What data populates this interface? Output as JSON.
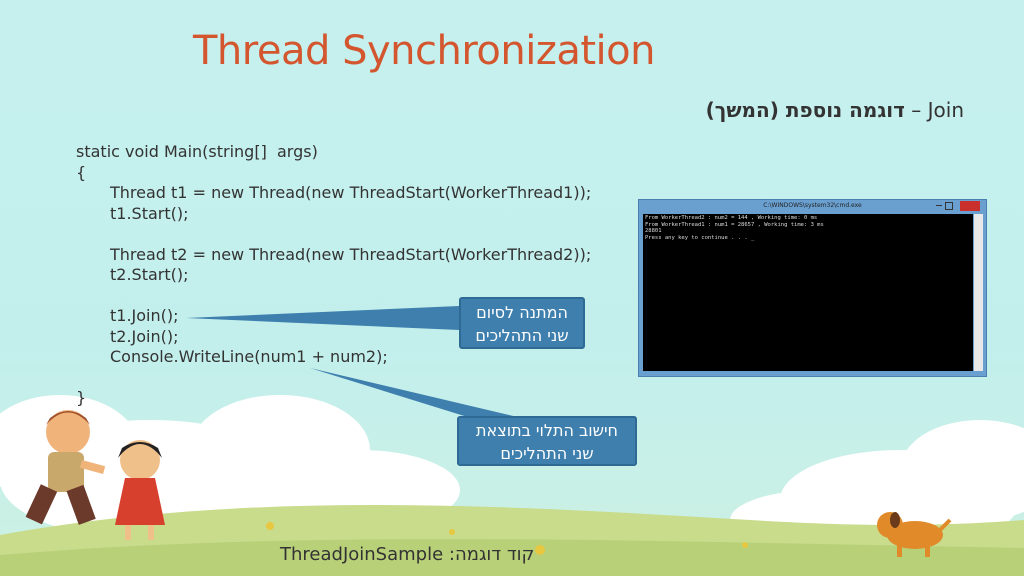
{
  "slide": {
    "title": "Thread Synchronization",
    "subtitle_ltr": "Join",
    "subtitle_dash": " – ",
    "subtitle_heb": "דוגמה נוספת (המשך)",
    "code_lines": [
      "static void Main(string[]  args)",
      "{",
      "Thread t1 = new Thread(new ThreadStart(WorkerThread1));",
      "t1.Start();",
      "",
      "Thread t2 = new Thread(new ThreadStart(WorkerThread2));",
      "t2.Start();",
      "",
      "t1.Join();",
      "t2.Join();",
      "Console.WriteLine(num1 + num2);",
      "",
      "}"
    ],
    "callout1_line1": "המתנה לסיום",
    "callout1_line2": "שני התהליכים",
    "callout2_line1": "חישוב התלוי בתוצאת",
    "callout2_line2": "שני התהליכים",
    "footer_heb": "קוד דוגמה:",
    "footer_name": "ThreadJoinSample"
  },
  "console": {
    "title": "C:\\WINDOWS\\system32\\cmd.exe",
    "output": "From WorkerThread2 : num2 = 144 , Working time: 0 ms\nFrom WorkerThread1 : num1 = 28657 , Working time: 3 ms\n28801\nPress any key to continue . . . _"
  },
  "colors": {
    "title": "#d3562e",
    "callout_fill": "#3e7fae",
    "sky": "#c6f0ee",
    "grass": "#c8dc8c"
  }
}
